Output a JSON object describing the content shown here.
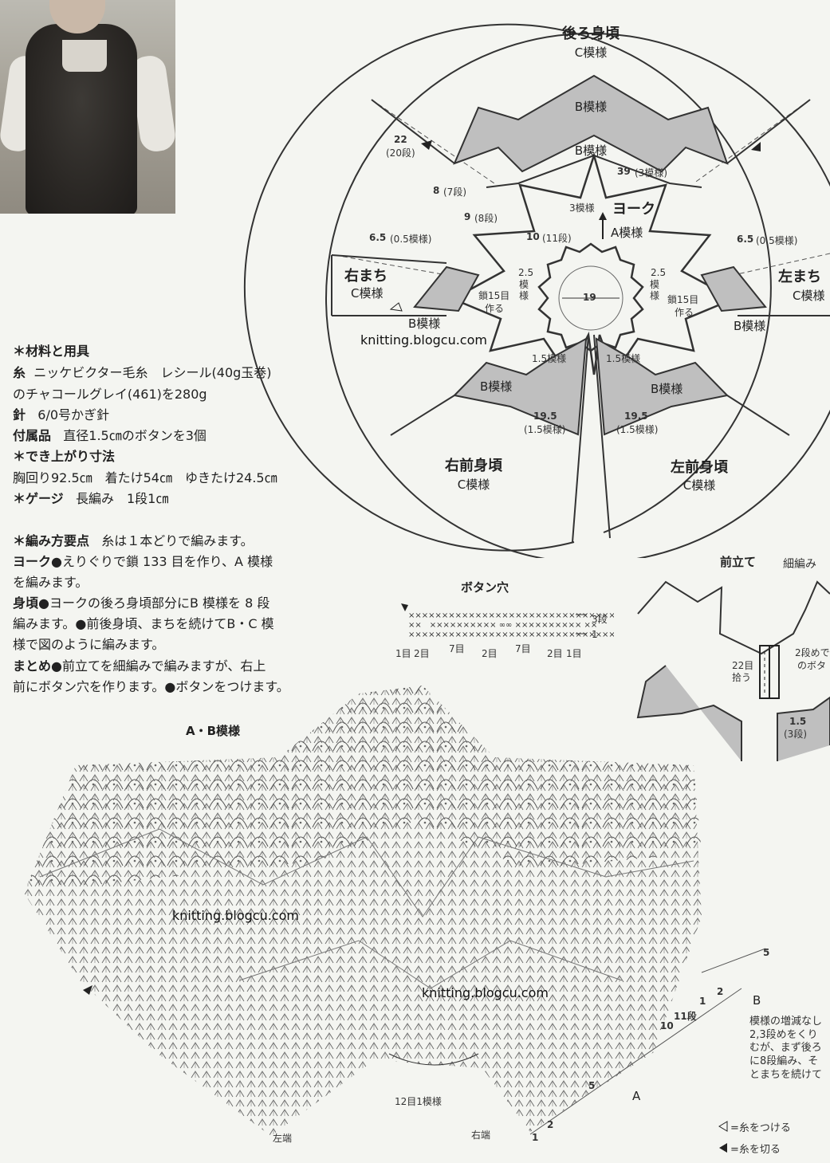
{
  "watermark": "knitting.blogcu.com",
  "materials": {
    "heading": "＊材料と用具",
    "yarn_label": "糸",
    "yarn_text": "ニッケビクター毛糸　レシール(40g玉巻)",
    "yarn_text2": "のチャコールグレイ(461)を280g",
    "hook_label": "針",
    "hook_text": "6/0号かぎ針",
    "accessory_label": "付属品",
    "accessory_text": "直径1.5㎝のボタンを3個",
    "size_heading": "＊でき上がり寸法",
    "size_text": "胸回り92.5㎝　着たけ54㎝　ゆきたけ24.5㎝",
    "gauge_heading": "＊ゲージ",
    "gauge_text": "長編み　1段1㎝",
    "points_heading": "＊編み方要点",
    "points_intro": "糸は１本どりで編みます。",
    "yoke_label": "ヨーク●",
    "yoke_text": "えりぐりで鎖 133 目を作り、A 模様",
    "yoke_text2": "を編みます。",
    "body_label": "身頃●",
    "body_text": "ヨークの後ろ身頃部分にB 模様を 8 段",
    "body_text2": "編みます。●前後身頃、まちを続けてB・C 模",
    "body_text3": "様で図のように編みます。",
    "finish_label": "まとめ●",
    "finish_text": "前立てを細編みで編みますが、右上",
    "finish_text2": "前にボタン穴を作ります。●ボタンをつけます。"
  },
  "schematic": {
    "back_title": "後ろ身頃",
    "back_pattern": "C模様",
    "b_pattern": "B模様",
    "b_pattern2": "B模様",
    "yoke": "ヨーク",
    "a_pattern": "A模様",
    "three_pattern": "3模様",
    "right_gusset": "右まち",
    "right_gusset_pattern": "C模様",
    "left_gusset": "左まち",
    "left_gusset_pattern": "C模様",
    "right_b": "B模様",
    "left_b": "B模様",
    "right_front": "右前身頃",
    "right_front_pattern": "C模様",
    "left_front": "左前身頃",
    "left_front_pattern": "C模様",
    "front_b_right": "B模様",
    "front_b_left": "B模様",
    "d22": "22",
    "d22_rows": "(20段)",
    "d39": "39",
    "d39_rows": "(3模様)",
    "d8": "8",
    "d8_rows": "(7段)",
    "d9": "9",
    "d9_rows": "(8段)",
    "d10": "10",
    "d10_rows": "(11段)",
    "d65l": "6.5",
    "d65l_rows": "(0.5模様)",
    "d65r": "6.5",
    "d65r_rows": "(0.5模様)",
    "d25l": "2.5",
    "d25l_pat": "模様",
    "d25r": "2.5",
    "d25r_pat": "模様",
    "chain_l": "鎖15目",
    "chain_l2": "作る",
    "chain_r": "鎖15目",
    "chain_r2": "作る",
    "d19": "19",
    "d15l": "1.5模様",
    "d15r": "1.5模様",
    "d195l": "19.5",
    "d195l_pat": "(1.5模様)",
    "d195r": "19.5",
    "d195r_pat": "(1.5模様)"
  },
  "buttonhole": {
    "title": "ボタン穴",
    "row3": "3段",
    "row1": "1",
    "b1": "1目",
    "b2": "2目",
    "b3": "7目",
    "b4": "2目",
    "b5": "7目",
    "b6": "2目",
    "b7": "1目"
  },
  "placket": {
    "title": "前立て",
    "subtitle": "細編み",
    "pickup": "22目",
    "pickup2": "拾う",
    "note": "2段めで",
    "note2": "のボタ",
    "d15": "1.5",
    "d15_rows": "(3段)"
  },
  "chart": {
    "title": "A・B模様",
    "repeat": "12目1模様",
    "left_end": "左端",
    "right_end": "右端",
    "label_b": "B",
    "label_a": "A",
    "r11": "11段",
    "r10": "10",
    "r5a": "5",
    "r5b": "5",
    "r2a": "2",
    "r1a": "1",
    "r2b": "2",
    "r1b": "1",
    "note1": "模様の増減なし",
    "note2": "2,3段めをくり",
    "note3": "むが、まず後ろ",
    "note4": "に8段編み、そ",
    "note5": "とまちを続けて",
    "legend_attach": "=糸をつける",
    "legend_cut": "=糸を切る"
  }
}
